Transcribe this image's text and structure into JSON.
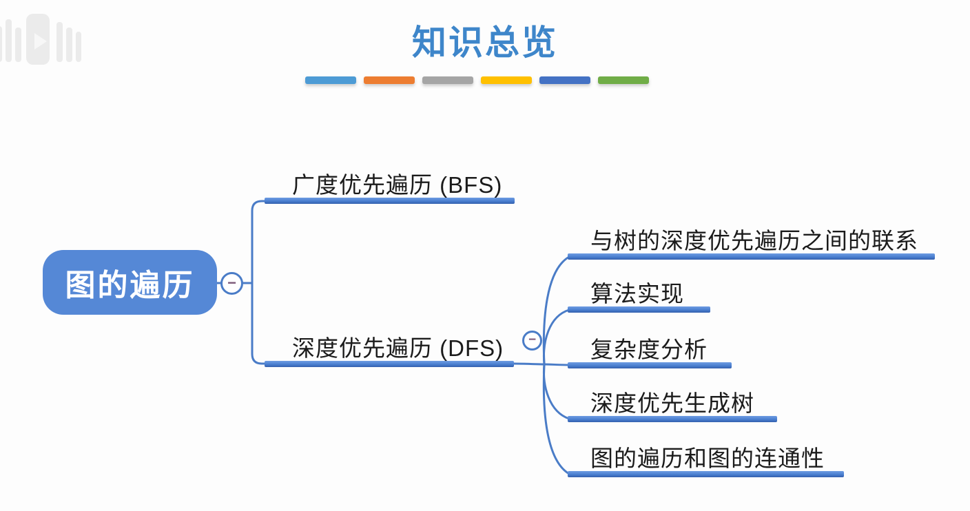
{
  "page": {
    "title": "知识总览"
  },
  "watermark": {
    "name": "bilibili-logo"
  },
  "divider_bars": {
    "colors": [
      "#4D9BD5",
      "#ED7D31",
      "#A5A5A5",
      "#FFC000",
      "#4472C4",
      "#70AD47"
    ]
  },
  "colors": {
    "title_blue": "#3E86CA",
    "node_fill": "#5588D6",
    "connector_blue": "#4A7CC7",
    "underline_blue": "#4A7FD0",
    "collapse_minus": "#7C5878",
    "topic_text": "#1b1b1b"
  },
  "mindmap": {
    "root": {
      "label": "图的遍历"
    },
    "collapse_symbol": "−",
    "branches": [
      {
        "label": "广度优先遍历 (BFS)",
        "children": []
      },
      {
        "label": "深度优先遍历 (DFS)",
        "children": [
          {
            "label": "与树的深度优先遍历之间的联系"
          },
          {
            "label": "算法实现"
          },
          {
            "label": "复杂度分析"
          },
          {
            "label": "深度优先生成树"
          },
          {
            "label": "图的遍历和图的连通性"
          }
        ]
      }
    ]
  }
}
